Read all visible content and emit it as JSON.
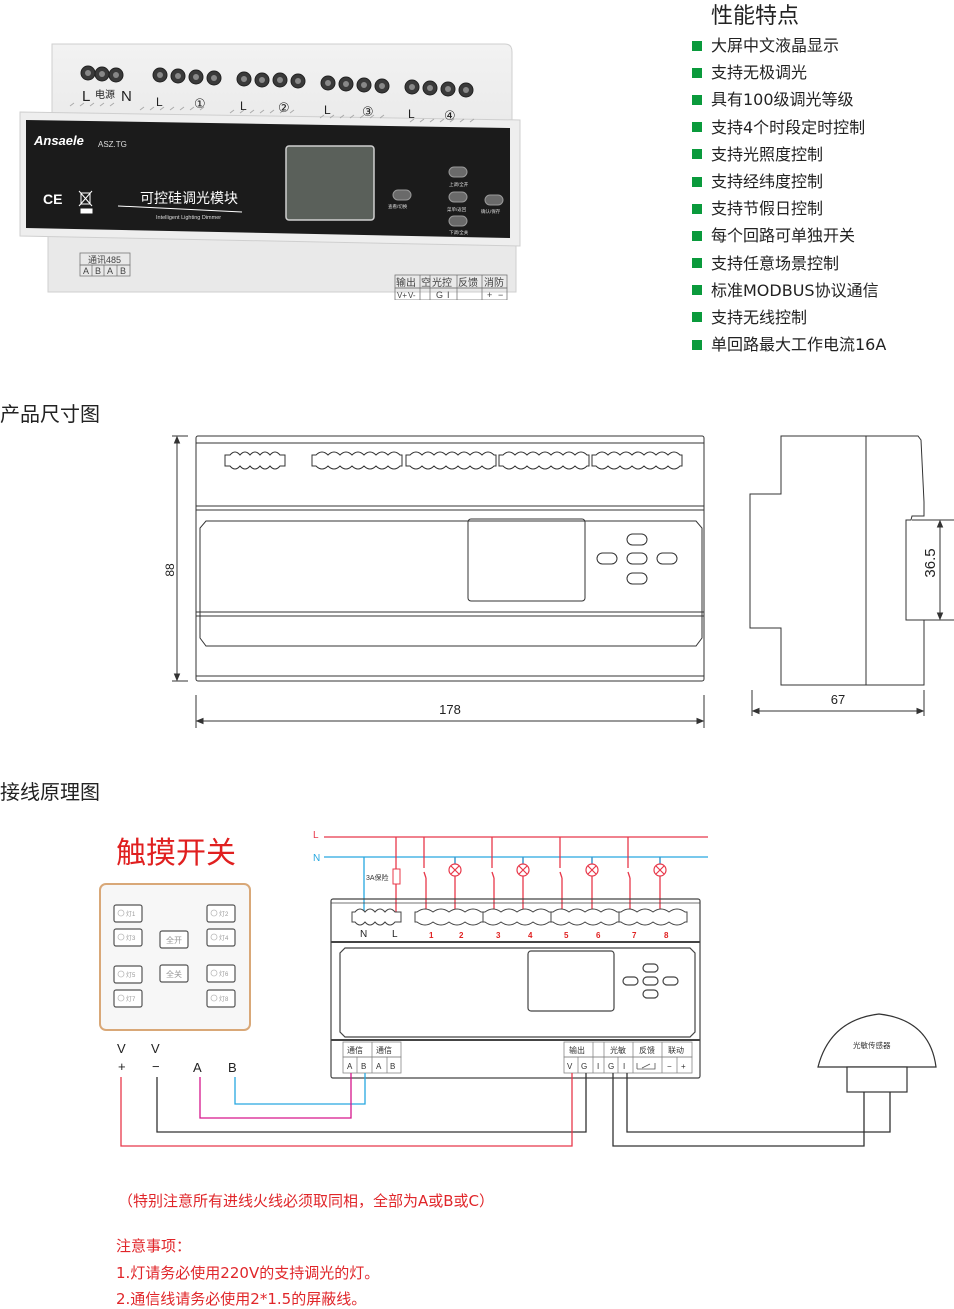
{
  "product": {
    "brand": "Ansaele",
    "model": "ASZ.TG",
    "name_cn": "可控硅调光模块",
    "name_en": "Intelligent Lighting Dimmer",
    "terminal_power_label": "电源",
    "terminal_L": "L",
    "terminal_N": "N",
    "channels": [
      "①",
      "②",
      "③",
      "④"
    ],
    "buttons": {
      "up": "上调/全开",
      "view": "查看/切换",
      "menu": "菜单/返回",
      "confirm": "确认/保存",
      "down": "下调/全关"
    },
    "marks": {
      "ce": "CE"
    },
    "comm_label": "通讯485",
    "comm_pins": [
      "A",
      "B",
      "A",
      "B"
    ],
    "bottom_headers": [
      "输出",
      "空",
      "光控",
      "反馈",
      "消防"
    ],
    "bottom_pins": [
      "V+",
      "V-",
      "",
      "G",
      "I",
      "",
      "+",
      "−"
    ]
  },
  "features": {
    "title": "性能特点",
    "items": [
      "大屏中文液晶显示",
      "支持无极调光",
      "具有100级调光等级",
      "支持4个时段定时控制",
      "支持光照度控制",
      "支持经纬度控制",
      "支持节假日控制",
      "每个回路可单独开关",
      "支持任意场景控制",
      "标准MODBUS协议通信",
      "支持无线控制",
      "单回路最大工作电流16A"
    ],
    "bullet_color": "#0a9a3c"
  },
  "dimensions": {
    "title": "产品尺寸图",
    "height_label": "88",
    "width_label": "178",
    "depth_label": "67",
    "rail_label": "36.5"
  },
  "wiring": {
    "title": "接线原理图",
    "switch_title": "触摸开关",
    "switch_keys": [
      "灯1",
      "灯2",
      "灯3",
      "全开",
      "灯4",
      "灯5",
      "全关",
      "灯6",
      "灯7",
      "灯8"
    ],
    "line_L": "L",
    "line_N": "N",
    "fuse_label": "3A保险",
    "terminal_N": "N",
    "terminal_L": "L",
    "channel_numbers": [
      "1",
      "2",
      "3",
      "4",
      "5",
      "6",
      "7",
      "8"
    ],
    "comm_headers": [
      "通信",
      "通信"
    ],
    "comm_pins": [
      "A",
      "B",
      "A",
      "B"
    ],
    "right_headers": [
      "输出",
      "",
      "光敏",
      "反馈",
      "联动"
    ],
    "right_pins": [
      "V",
      "G",
      "I",
      "G",
      "I",
      "",
      "−",
      "+"
    ],
    "power_labels": {
      "v_plus_top": "V",
      "v_plus": "+",
      "v_minus_top": "V",
      "v_minus": "−",
      "a": "A",
      "b": "B"
    },
    "sensor_label": "光敏传感器",
    "colors": {
      "L": "#e8384a",
      "N": "#27a8e0",
      "A": "#d6168c",
      "B": "#27a8e0",
      "V_plus": "#e8384a",
      "ground": "#333333"
    }
  },
  "notes": {
    "phase_note": "（特别注意所有进线火线必须取同相，全部为A或B或C）",
    "heading": "注意事项：",
    "items": [
      "1.灯请务必使用220V的支持调光的灯。",
      "2.通信线请务必使用2*1.5的屏蔽线。"
    ]
  }
}
